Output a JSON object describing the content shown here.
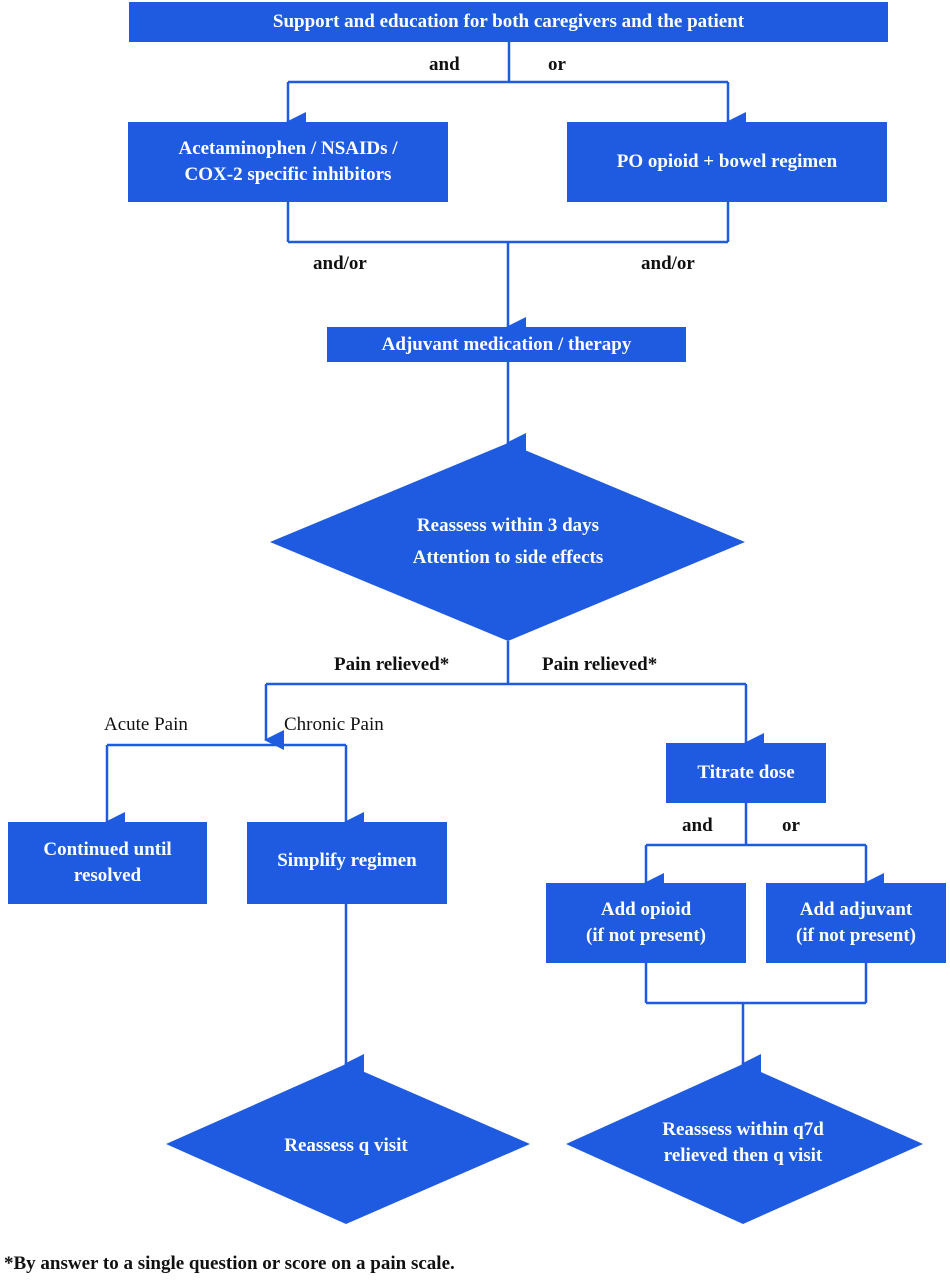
{
  "colors": {
    "node": "#1f5be0",
    "connector": "#1f5be0",
    "text_on_node": "#ffffff"
  },
  "nodes": {
    "support": "Support and education for both caregivers and the patient",
    "acetaminophen": "Acetaminophen / NSAIDs /\nCOX-2 specific inhibitors",
    "po_opioid": "PO opioid + bowel regimen",
    "adjuvant": "Adjuvant medication / therapy",
    "reassess3": "Reassess within 3 days\nAttention to side effects",
    "continued": "Continued  until\nresolved",
    "simplify": "Simplify regimen",
    "titrate": "Titrate dose",
    "add_opioid": "Add opioid\n(if not present)",
    "add_adjuvant": "Add adjuvant\n(if not present)",
    "reassess_visit": "Reassess q visit",
    "reassess_q7d": "Reassess within q7d\nrelieved then q visit"
  },
  "labels": {
    "top_and": "and",
    "top_or": "or",
    "mid_andor_left": "and/or",
    "mid_andor_right": "and/or",
    "pain_relieved_left": "Pain relieved*",
    "pain_relieved_right": "Pain relieved*",
    "acute_pain": "Acute Pain",
    "chronic_pain": "Chronic Pain",
    "titrate_and": "and",
    "titrate_or": "or"
  },
  "footnote": "*By answer to a single question or score on a pain scale."
}
